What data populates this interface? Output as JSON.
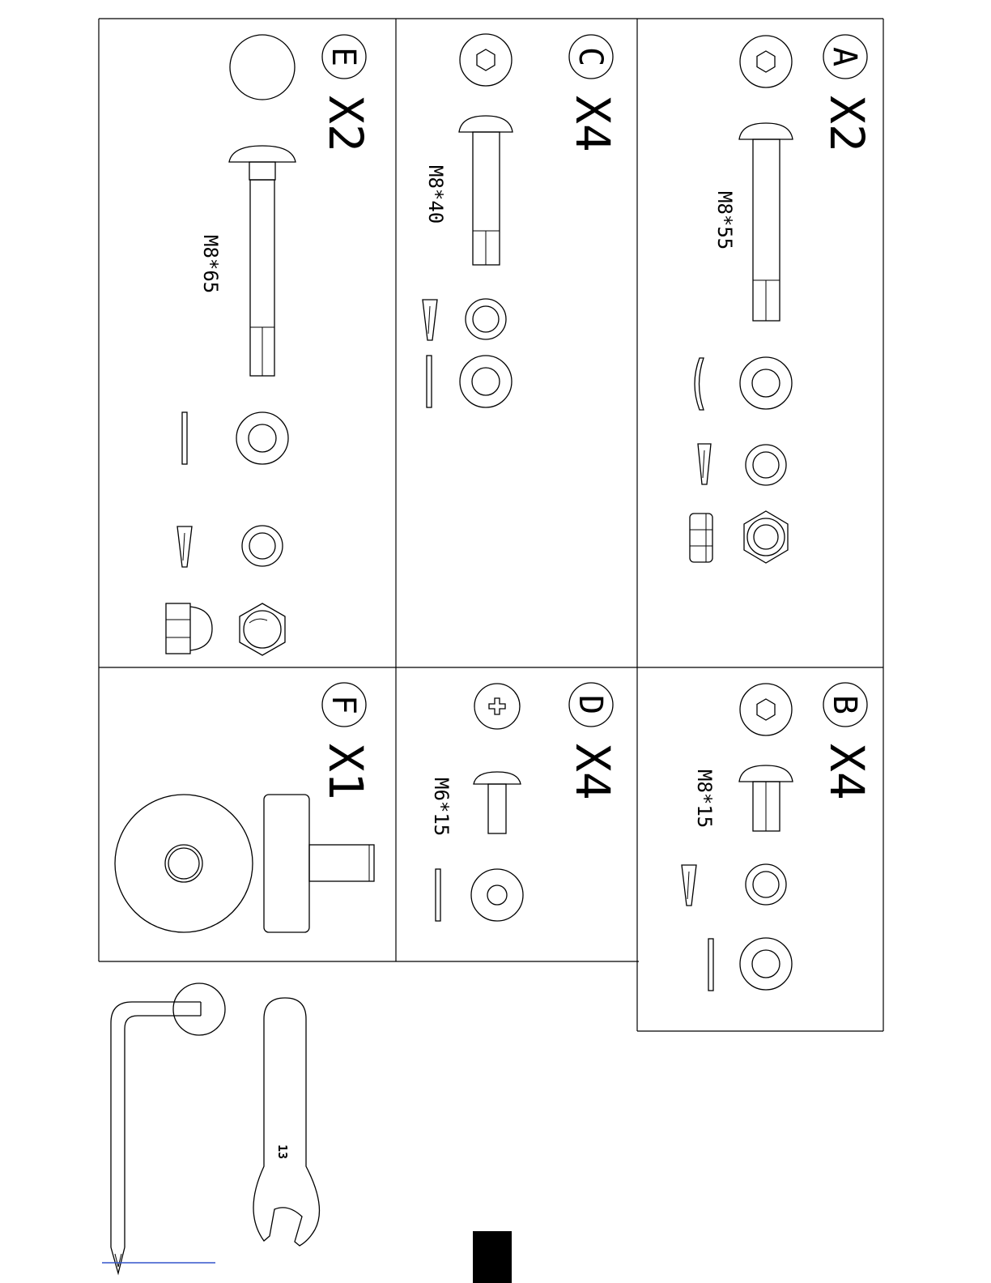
{
  "parts": [
    {
      "id": "A",
      "letter": "A",
      "qty": "X2",
      "size": "M8*55"
    },
    {
      "id": "B",
      "letter": "B",
      "qty": "X4",
      "size": "M8*15"
    },
    {
      "id": "C",
      "letter": "C",
      "qty": "X4",
      "size": "M8*40"
    },
    {
      "id": "D",
      "letter": "D",
      "qty": "X4",
      "size": "M6*15"
    },
    {
      "id": "E",
      "letter": "E",
      "qty": "X2",
      "size": "M8*65"
    },
    {
      "id": "F",
      "letter": "F",
      "qty": "X1"
    }
  ],
  "tools": {
    "wrench_size": "13"
  },
  "colors": {
    "line": "#000000",
    "background": "#ffffff",
    "link_underline": "#3355cc"
  }
}
